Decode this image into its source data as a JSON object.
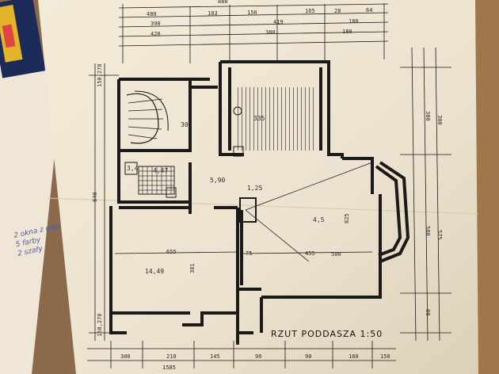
{
  "drawing": {
    "title": "RZUT PODDASZA 1:50",
    "room_areas": [
      "14,49",
      "4,47"
    ],
    "room_misc": [
      "305",
      "335",
      "5,90",
      "4,5",
      "3,4",
      "1,25"
    ],
    "top_overall": "880",
    "top_row1": [
      "480",
      "103",
      "150",
      "165",
      "28",
      "64"
    ],
    "top_row2": [
      "390",
      "419",
      "180"
    ],
    "top_row3": [
      "420",
      "380",
      "180"
    ],
    "right_dims": [
      "300",
      "300",
      "580",
      "90",
      "575"
    ],
    "left_dims": [
      "840",
      "150,278",
      "150,278"
    ],
    "interior_dims": [
      "655",
      "455",
      "825",
      "500",
      "381",
      "75"
    ],
    "bottom_row": [
      "300",
      "210",
      "145",
      "90",
      "90",
      "160",
      "150",
      "1585"
    ],
    "margin_note": "2 okna z gresem\n5 farby\n2 szafy"
  },
  "colors": {
    "table": "#8a6a4a",
    "paper": "#eee4d2",
    "ink": "#1a1a1a"
  }
}
